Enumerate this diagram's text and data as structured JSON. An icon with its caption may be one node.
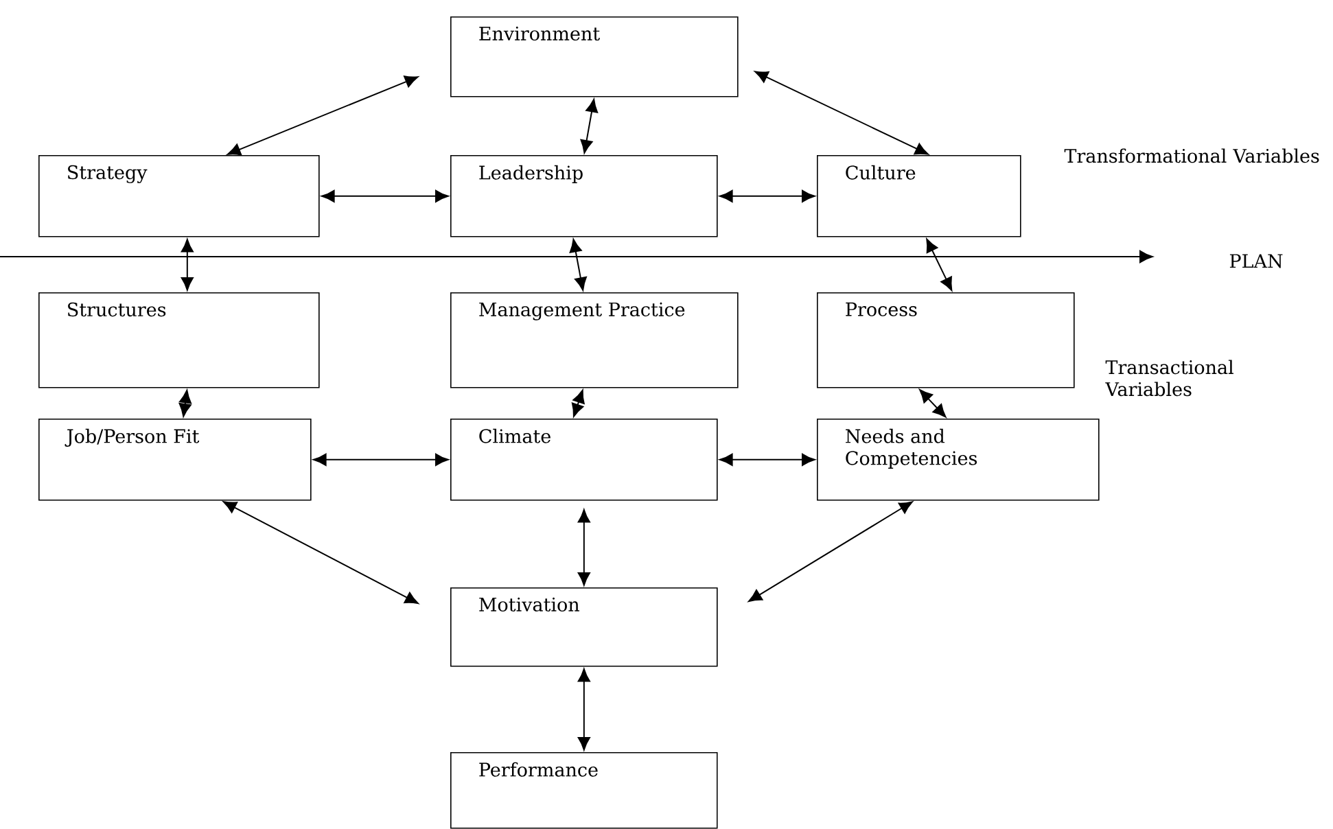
{
  "diagram": {
    "nodes": [
      {
        "text": [
          "Environment"
        ]
      },
      {
        "text": [
          "Strategy"
        ]
      },
      {
        "text": [
          "Leadership"
        ]
      },
      {
        "text": [
          "Culture"
        ]
      },
      {
        "text": [
          "Structures"
        ]
      },
      {
        "text": [
          "Management Practice"
        ]
      },
      {
        "text": [
          "Process"
        ]
      },
      {
        "text": [
          "Job/Person Fit"
        ]
      },
      {
        "text": [
          "Climate"
        ]
      },
      {
        "text": [
          "Needs and Competencies"
        ]
      },
      {
        "text": [
          "Motivation"
        ]
      },
      {
        "text": [
          "Performance"
        ]
      },
      {
        "text": [
          "PLAN"
        ]
      }
    ],
    "edges": [
      {
        "from": 0,
        "to": 1,
        "arrow": "both"
      },
      {
        "from": 0,
        "to": 2,
        "arrow": "both"
      },
      {
        "from": 0,
        "to": 3,
        "arrow": "both"
      },
      {
        "from": 1,
        "to": 2,
        "arrow": "both"
      },
      {
        "from": 2,
        "to": 3,
        "arrow": "both"
      },
      {
        "from": 1,
        "to": 4,
        "arrow": "both"
      },
      {
        "from": 2,
        "to": 5,
        "arrow": "both"
      },
      {
        "from": 3,
        "to": 6,
        "arrow": "both"
      },
      {
        "from": 4,
        "to": 7,
        "arrow": "both"
      },
      {
        "from": 5,
        "to": 8,
        "arrow": "both"
      },
      {
        "from": 6,
        "to": 9,
        "arrow": "both"
      },
      {
        "from": 7,
        "to": 8,
        "arrow": "both"
      },
      {
        "from": 8,
        "to": 9,
        "arrow": "both"
      },
      {
        "from": 7,
        "to": 10,
        "arrow": "both"
      },
      {
        "from": 8,
        "to": 10,
        "arrow": "both"
      },
      {
        "from": 9,
        "to": 10,
        "arrow": "both"
      },
      {
        "from": 10,
        "to": 11,
        "arrow": "both"
      },
      {
        "from": null,
        "to": 12,
        "arrow": "to"
      }
    ],
    "labels": [
      "Transformational Variables",
      "Transactional Variables"
    ]
  }
}
